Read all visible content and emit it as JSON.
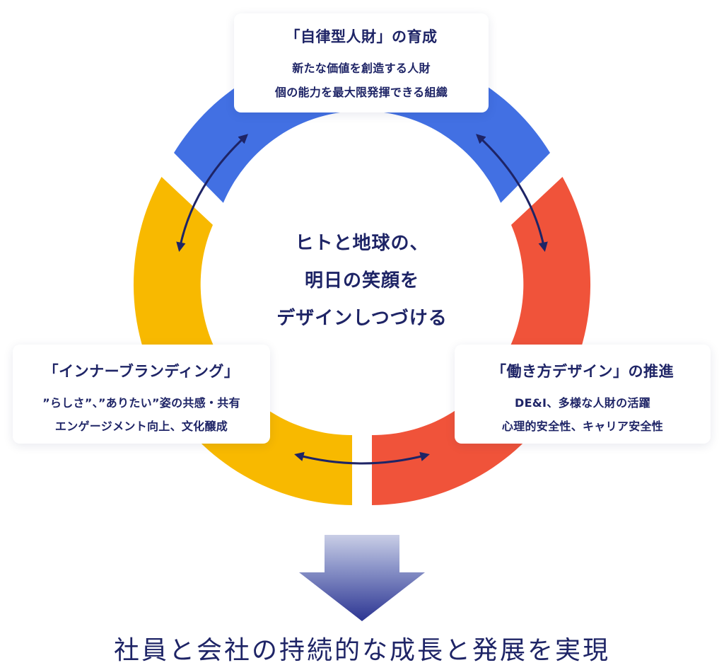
{
  "colors": {
    "blue": "#4270e3",
    "red": "#f0533a",
    "yellow": "#f8b900",
    "navy": "#1e2466"
  },
  "top_card": {
    "title": "「自律型人財」の育成",
    "lines": [
      "新たな価値を創造する人財",
      "個の能力を最大限発揮できる組織"
    ]
  },
  "left_card": {
    "title": "「インナーブランディング」",
    "lines": [
      "”らしさ”、”ありたい”姿の共感・共有",
      "エンゲージメント向上、文化醸成"
    ]
  },
  "right_card": {
    "title": "「働き方デザイン」の推進",
    "lines": [
      "DE&I、多様な人財の活躍",
      "心理的安全性、キャリア安全性"
    ]
  },
  "center": {
    "lines": [
      "ヒトと地球の、",
      "明日の笑顔を",
      "デザインしつづける"
    ]
  },
  "bottom": {
    "text": "社員と会社の持続的な成長と発展を実現"
  }
}
